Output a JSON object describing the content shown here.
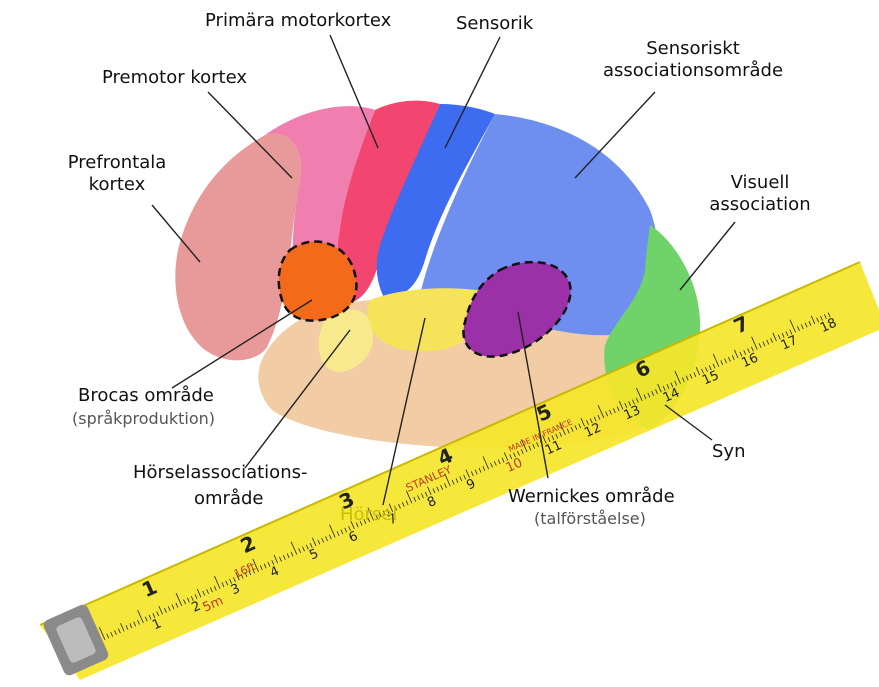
{
  "labels": {
    "primary_motor": "Primära motorkortex",
    "sensory": "Sensorik",
    "sensory_assoc_line1": "Sensoriskt",
    "sensory_assoc_line2": "associationsområde",
    "premotor": "Premotor kortex",
    "prefrontal_line1": "Prefrontala",
    "prefrontal_line2": "kortex",
    "visual_assoc_line1": "Visuell",
    "visual_assoc_line2": "association",
    "broca": "Brocas område",
    "broca_sub": "(språkproduktion)",
    "auditory_assoc_line1": "Hörselassociations-",
    "auditory_assoc_line2": "område",
    "auditory": "Hörsel",
    "vision": "Syn",
    "wernicke": "Wernickes område",
    "wernicke_sub": "(talförståelse)"
  },
  "tape": {
    "brand": "STANLEY",
    "made_in": "MADE IN FRANCE",
    "length_mark": "5m",
    "feet_mark": "16ft",
    "inch_numbers": [
      "1",
      "2",
      "3",
      "4",
      "5",
      "6",
      "7",
      "8",
      "9",
      "10",
      "11",
      "12",
      "13",
      "14",
      "15",
      "16",
      "17",
      "18"
    ],
    "cm_numbers": [
      "1",
      "2",
      "3",
      "4",
      "5",
      "6",
      "7"
    ]
  },
  "colors": {
    "prefrontal": "#e89a9a",
    "premotor": "#f07fb0",
    "primary_motor": "#f2456f",
    "sensory": "#3d6cf0",
    "sensory_assoc": "#6f8ff0",
    "visual_assoc": "#6fd36a",
    "broca": "#f26a1a",
    "wernicke": "#b0306a",
    "auditory": "#f5e35a",
    "temporal": "#f0c9a0",
    "tape": "#f5e62a"
  }
}
